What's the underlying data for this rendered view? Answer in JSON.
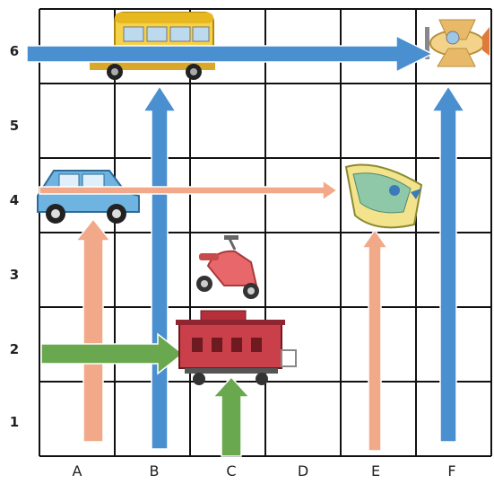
{
  "grid": {
    "columns": [
      "A",
      "B",
      "C",
      "D",
      "E",
      "F"
    ],
    "rows": [
      "6",
      "5",
      "4",
      "3",
      "2",
      "1"
    ]
  },
  "vehicles": [
    {
      "name": "bus",
      "cell": "B6"
    },
    {
      "name": "airplane",
      "cell": "F6"
    },
    {
      "name": "car",
      "cell": "A4"
    },
    {
      "name": "boat",
      "cell": "E4"
    },
    {
      "name": "scooter",
      "cell": "C3"
    },
    {
      "name": "train-car",
      "cell": "C2"
    }
  ],
  "arrows": [
    {
      "name": "blue-arrow-row6-to-F",
      "color": "#4a8fd0"
    },
    {
      "name": "blue-arrow-B-up",
      "color": "#4a8fd0"
    },
    {
      "name": "blue-arrow-F-up",
      "color": "#4a8fd0"
    },
    {
      "name": "orange-arrow-row4-to-E",
      "color": "#f2a98a"
    },
    {
      "name": "orange-arrow-A-up",
      "color": "#f2a98a"
    },
    {
      "name": "orange-arrow-E-up",
      "color": "#f2a98a"
    },
    {
      "name": "green-arrow-row2-to-C",
      "color": "#6aa84f"
    },
    {
      "name": "green-arrow-C-up",
      "color": "#6aa84f"
    }
  ],
  "colors": {
    "blue": "#4a8fd0",
    "orange": "#f2a98a",
    "green": "#6aa84f",
    "grid": "#111111"
  }
}
